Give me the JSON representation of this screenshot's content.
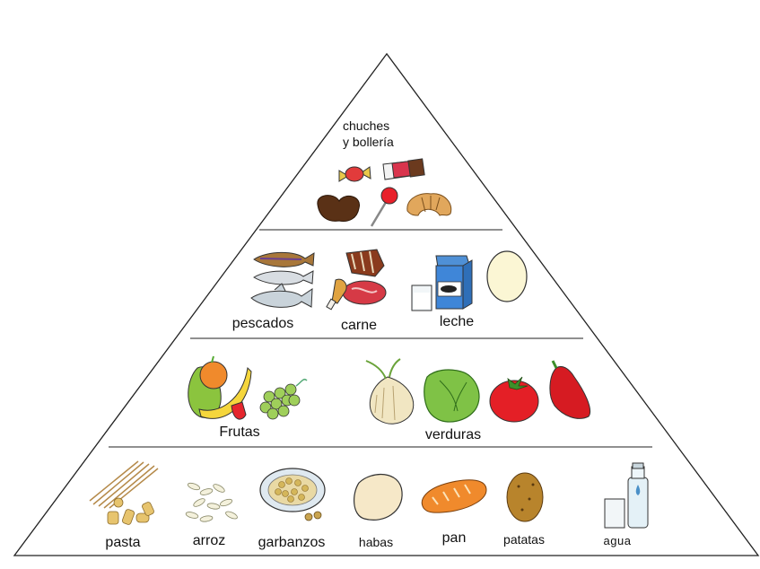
{
  "pyramid": {
    "levels": [
      {
        "id": "top",
        "title_lines": [
          "chuches",
          "y bollería"
        ],
        "items": [
          {
            "name": "candy-icon"
          },
          {
            "name": "chocolate-bar-icon"
          },
          {
            "name": "chocolate-cookie-icon"
          },
          {
            "name": "lollipop-icon"
          },
          {
            "name": "croissant-icon"
          }
        ]
      },
      {
        "id": "protein",
        "items": [
          {
            "name": "fish-icon",
            "label": "pescados"
          },
          {
            "name": "meat-icon",
            "label": "carne"
          },
          {
            "name": "milk-icon",
            "label": "leche"
          },
          {
            "name": "egg-icon"
          }
        ]
      },
      {
        "id": "produce",
        "items": [
          {
            "name": "fruits-icon",
            "label": "Frutas"
          },
          {
            "name": "vegetables-icon",
            "label": "verduras"
          }
        ]
      },
      {
        "id": "base",
        "items": [
          {
            "name": "pasta-icon",
            "label": "pasta"
          },
          {
            "name": "rice-icon",
            "label": "arroz"
          },
          {
            "name": "chickpeas-icon",
            "label": "garbanzos"
          },
          {
            "name": "beans-icon",
            "label": "habas"
          },
          {
            "name": "bread-icon",
            "label": "pan"
          },
          {
            "name": "potato-icon",
            "label": "patatas"
          },
          {
            "name": "water-icon",
            "label": "agua"
          }
        ]
      }
    ]
  }
}
